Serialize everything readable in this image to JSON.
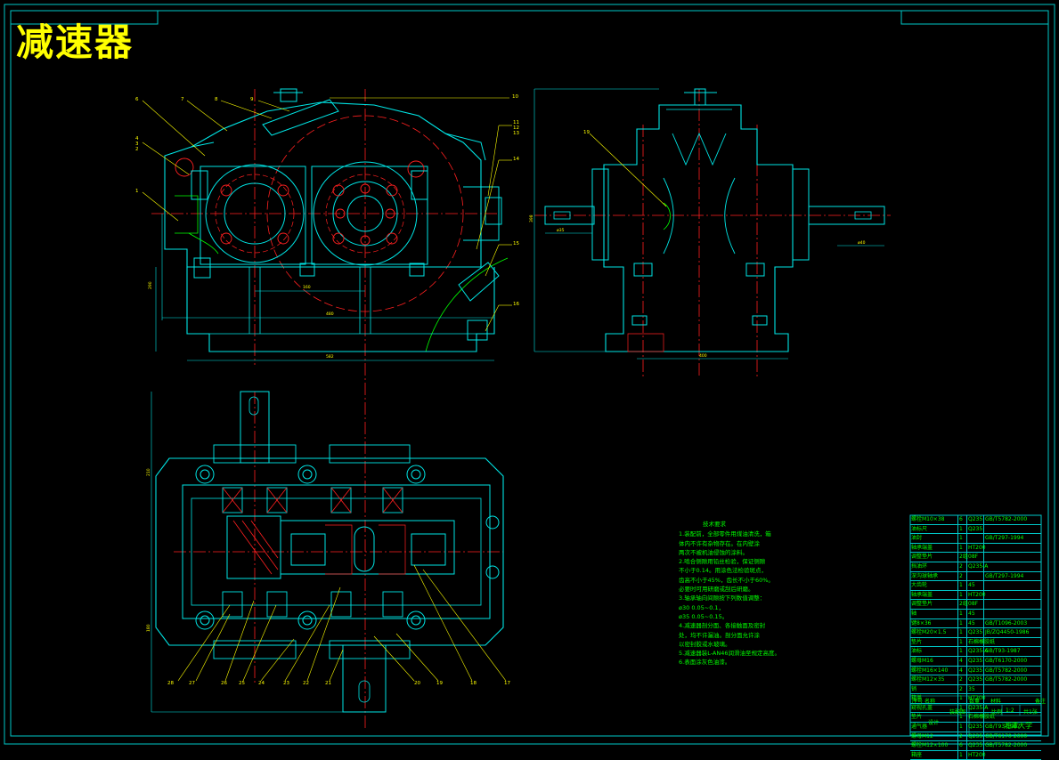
{
  "title": "减速器",
  "colors": {
    "frame": "#00c8c8",
    "title": "#ffff00",
    "outline": "#00e5e5",
    "centerline": "#ff2020",
    "leader": "#ffff00",
    "notes": "#00ff00",
    "section": "#ff2020"
  },
  "part_numbers_front": [
    "6",
    "7",
    "8",
    "9",
    "10",
    "4",
    "3",
    "2",
    "1",
    "11",
    "12",
    "13",
    "14",
    "15",
    "16"
  ],
  "part_numbers_side": [
    "19"
  ],
  "part_numbers_plan": [
    "28",
    "27",
    "26",
    "25",
    "24",
    "23",
    "22",
    "21",
    "20",
    "19",
    "18",
    "17"
  ],
  "tech_notes": {
    "heading": "技术要求",
    "lines": [
      "1.装配前，全部零件用煤油清洗，箱",
      "体内不许有杂物存在。在内壁涂",
      "两次不被机油侵蚀的涂料。",
      "2.啮合侧隙用铅丝检验，保证侧隙",
      "不小于0.14。用涂色法检验斑点，",
      "齿高不小于45%，齿长不小于60%。",
      "必要时可用研磨或刮后研磨。",
      "3.轴承轴向间隙按下列数值调整：",
      "ø30  0.05~0.1，",
      "ø35  0.05~0.15。",
      "4.减速器剖分面、各接触面及密封",
      "处，均不许漏油。剖分面允许涂",
      "以密封胶或水玻璃。",
      "5.减速器装L-AN46润滑油至规定高度。",
      "6.表面涂灰色油漆。"
    ]
  },
  "bom_rows": [
    [
      "螺栓M10×38",
      "6",
      "Q235",
      "GB/T5782-2000"
    ],
    [
      "油标尺",
      "1",
      "Q235",
      ""
    ],
    [
      "油封",
      "1",
      "",
      "GB/T297-1994"
    ],
    [
      "轴承端盖",
      "1",
      "HT200",
      ""
    ],
    [
      "调整垫片",
      "2组",
      "08F",
      ""
    ],
    [
      "挡油环",
      "2",
      "Q235-A",
      ""
    ],
    [
      "深沟球轴承",
      "2",
      "",
      "GB/T297-1994"
    ],
    [
      "大齿轮",
      "1",
      "45",
      ""
    ],
    [
      "轴承端盖",
      "1",
      "HT200",
      ""
    ],
    [
      "调整垫片",
      "2组",
      "08F",
      ""
    ],
    [
      "轴",
      "1",
      "45",
      ""
    ],
    [
      "键8×36",
      "1",
      "45",
      "GB/T1096-2003"
    ],
    [
      "螺栓M20×1.5",
      "1",
      "Q235",
      "JB/ZQ4450-1986"
    ],
    [
      "垫片",
      "1",
      "石棉橡胶纸",
      ""
    ],
    [
      "油标",
      "1",
      "Q235-A",
      "GB/T93-1987"
    ],
    [
      "螺母M16",
      "4",
      "Q235",
      "GB/T6170-2000"
    ],
    [
      "螺栓M16×140",
      "4",
      "Q235",
      "GB/T5782-2000"
    ],
    [
      "螺栓M12×35",
      "2",
      "Q235",
      "GB/T5782-2000"
    ],
    [
      "销",
      "2",
      "35",
      ""
    ],
    [
      "箱盖",
      "1",
      "HT200",
      ""
    ],
    [
      "窥视孔盖",
      "1",
      "Q235-A",
      ""
    ],
    [
      "垫片",
      "1",
      "石棉橡胶纸",
      ""
    ],
    [
      "通气器",
      "1",
      "Q235",
      "GB/T93-1987"
    ],
    [
      "螺母M12",
      "2",
      "Q235",
      "GB/T6170-2000"
    ],
    [
      "螺栓M12×100",
      "6",
      "Q235",
      "GB/T5782-2000"
    ],
    [
      "箱座",
      "1",
      "HT200",
      ""
    ]
  ],
  "bom_header": [
    "序号",
    "名称",
    "数量",
    "材料",
    "备注"
  ],
  "title_block": {
    "scale_label": "比例",
    "scale": "1:2",
    "sheet": "共1张",
    "designer": "设计",
    "drawing_no": "装配图",
    "school": "湘潭大学"
  }
}
